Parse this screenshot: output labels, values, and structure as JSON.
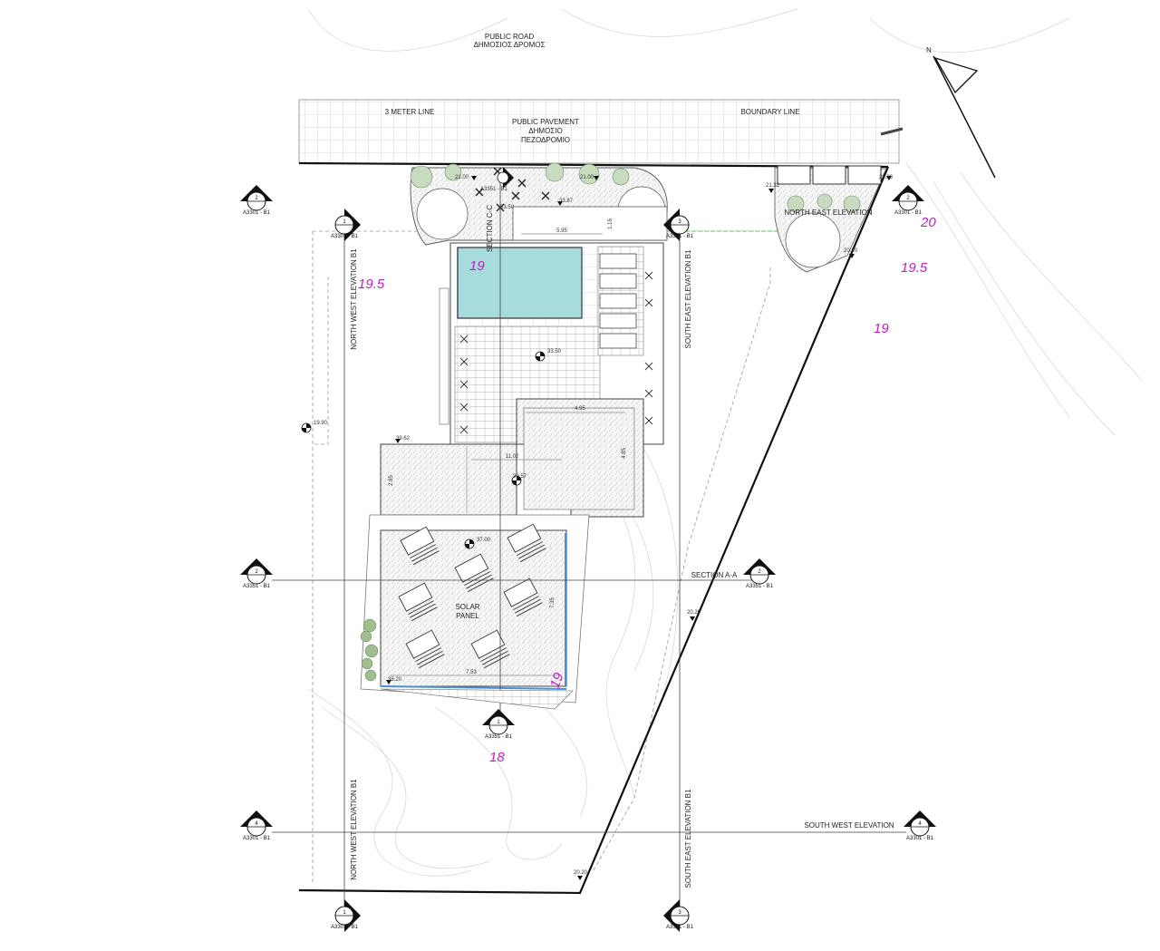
{
  "road": {
    "line1": "PUBLIC ROAD",
    "line2": "ΔΗΜΟΣΙΟΣ ΔΡΟΜΟΣ"
  },
  "pavement": {
    "line1": "PUBLIC PAVEMENT",
    "line2": "ΔΗΜΟΣΙΟ",
    "line3": "ΠΕΖΟΔΡΟΜΙΟ"
  },
  "labels": {
    "three_meter_line": "3 METER LINE",
    "boundary_line": "BOUNDARY LINE",
    "north": "N",
    "north_east_elevation": "NORTH EAST ELEVATION",
    "north_west_elevation_top": "NORTH WEST ELEVATION B1",
    "north_west_elevation_bottom": "NORTH WEST ELEVATION B1",
    "south_east_elevation_top": "SOUTH EAST ELEVATION B1",
    "south_east_elevation_bottom": "SOUTH EAST ELEVATION B1",
    "section_aa": "SECTION A-A",
    "section_cc": "SECTION C-C",
    "south_west_elevation": "SOUTH WEST ELEVATION",
    "solar_1": "SOLAR",
    "solar_2": "PANEL"
  },
  "contours": {
    "c19_pool": "19",
    "c195_left": "19.5",
    "c20_right": "20",
    "c195_right": "19.5",
    "c19_right": "19",
    "c18_bottom": "18",
    "c19_roof": "19"
  },
  "levels": {
    "l1": "21.00",
    "l2": "21.00",
    "l3": "21.38",
    "l4": "21.32",
    "l5": "20.20",
    "l6": "33.87",
    "l7": "33.50",
    "l8": "33.50",
    "l9": "19.90",
    "l10": "39.62",
    "l11": "39.57",
    "l12": "37.00",
    "l13": "38.20",
    "l14": "20.20",
    "l15": "20.20"
  },
  "dims": {
    "d1": "5.95",
    "d2": "1.15",
    "d3": "4.95",
    "d4": "4.85",
    "d5": "11.02",
    "d6": "2.85",
    "d7": "7.35",
    "d8": "7.53"
  },
  "markers": {
    "m1": {
      "num": "2",
      "ref": "A3301 - B1"
    },
    "m2": {
      "num": "1",
      "ref": "A3301 - B1"
    },
    "m3": {
      "num": "3",
      "ref": "A3301 - B1"
    },
    "m4": {
      "num": "2",
      "ref": "A3301 - B1"
    },
    "m5": {
      "num": "2",
      "ref": "A3351 - B1"
    },
    "m6": {
      "num": "2",
      "ref": "A3351 - B1"
    },
    "m7": {
      "num": "1",
      "ref": "A3351 - B1"
    },
    "m8": {
      "num": "4",
      "ref": "A3301 - B1"
    },
    "m9": {
      "num": "4",
      "ref": "A3301 - B1"
    },
    "m10": {
      "num": "1",
      "ref": "A3301 - B1"
    },
    "m11": {
      "num": "3",
      "ref": "A3301 - B1"
    },
    "m12": {
      "num": "",
      "ref": "A3351 - B1"
    }
  },
  "colors": {
    "pool": "#a8dcdc",
    "contour": "#c020c0",
    "line": "#222222",
    "vegetation": "#9fbf8f",
    "glass": "#4a90d9"
  }
}
